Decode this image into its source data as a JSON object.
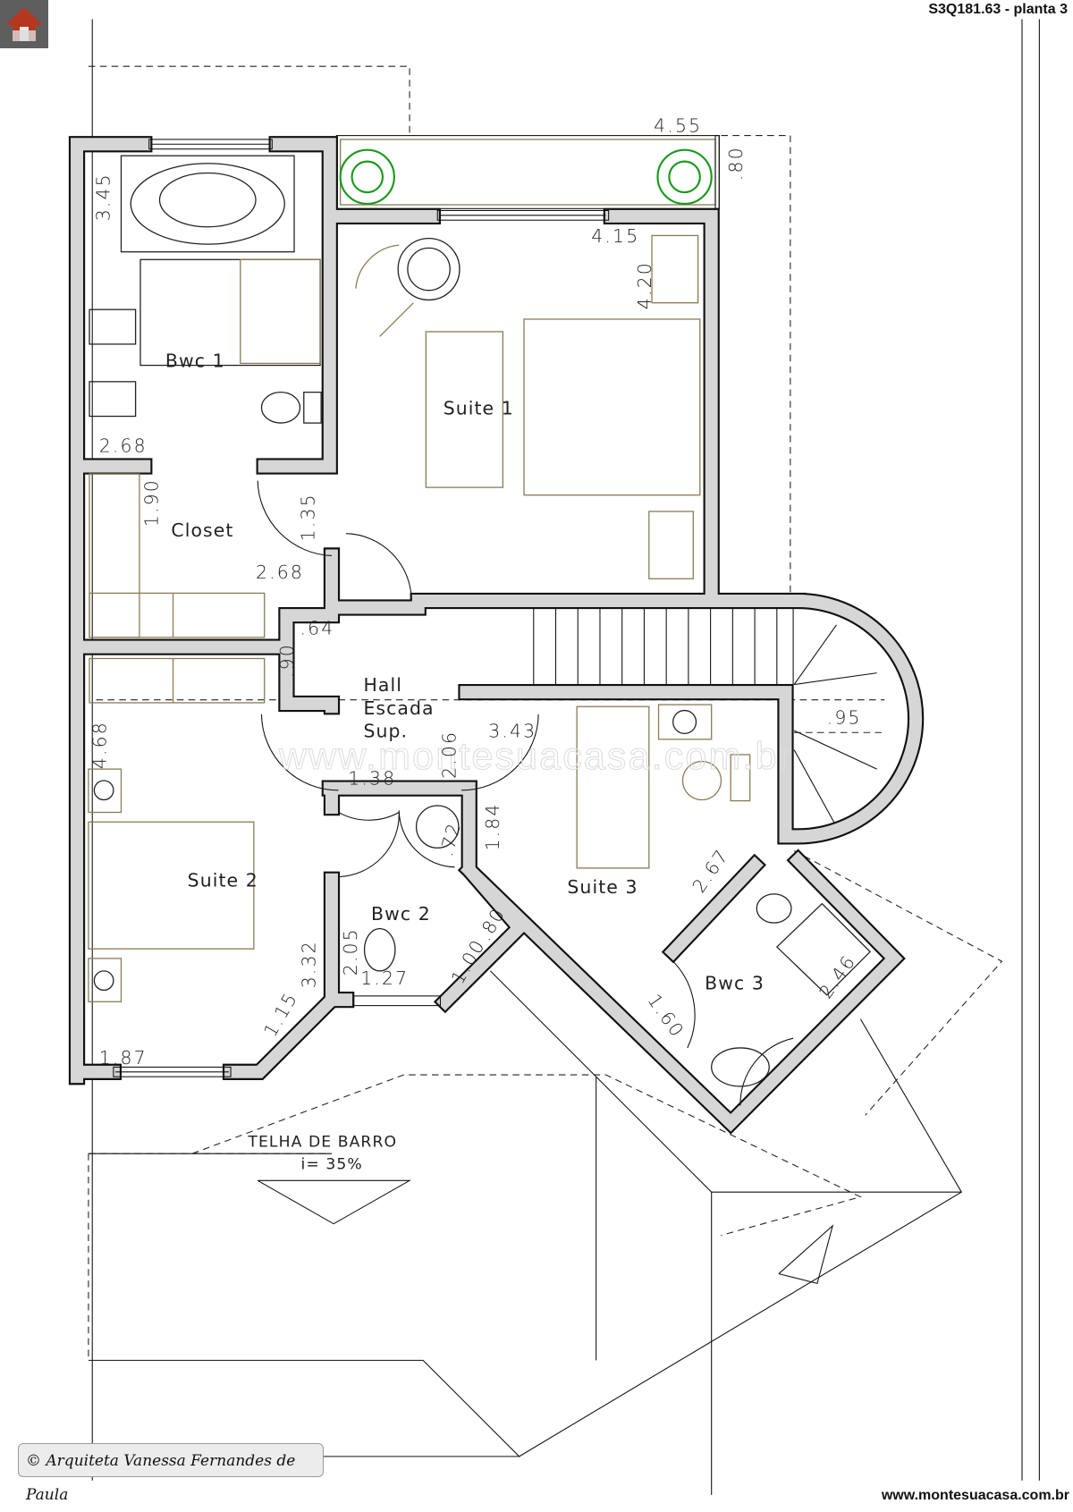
{
  "header": {
    "code": "S3Q181.63 - planta 3"
  },
  "logo": {
    "icon": "house-icon"
  },
  "rooms": {
    "bwc1": "Bwc  1",
    "suite1": "Suite  1",
    "closet": "Closet",
    "hall": [
      "Hall",
      "Escada",
      "Sup."
    ],
    "suite2": "Suite  2",
    "suite3": "Suite  3",
    "bwc2": "Bwc  2",
    "bwc3": "Bwc  3"
  },
  "dimensions": {
    "balcony_width": "4.55",
    "balcony_depth": ".80",
    "bwc1_height": "3.45",
    "suite1_width": "4.15",
    "suite1_height": "4.20",
    "bwc1_width": "2.68",
    "closet_height": "1.90",
    "door_1_35": "1.35",
    "closet_width": "2.68",
    "shaft_w": ".64",
    "shaft_h": ".90",
    "suite3_width": "3.43",
    "hall_height": "2.06",
    "hall_width": "1.38",
    "suite2_height": "4.68",
    "stair": ".95",
    "bwc2_side": "1.84",
    "lav_72": ".72",
    "suite3_diag": "2.67",
    "bwc2_80": ".80",
    "bwc2_100": "1.00",
    "bwc2_height": "2.05",
    "bwc2_width": "1.27",
    "suite2_side": "3.32",
    "suite2_diag": "1.15",
    "bwc3_side": "2.46",
    "bwc3_door": "1.60",
    "suite2_width": "1.87"
  },
  "roof": {
    "material": "TELHA  DE  BARRO",
    "slope": "i= 35%"
  },
  "watermark": "www.montesuacasa.com.br",
  "credit": "© Arquiteta Vanessa Fernandes de Paula",
  "footer": {
    "site": "www.montesuacasa.com.br"
  }
}
